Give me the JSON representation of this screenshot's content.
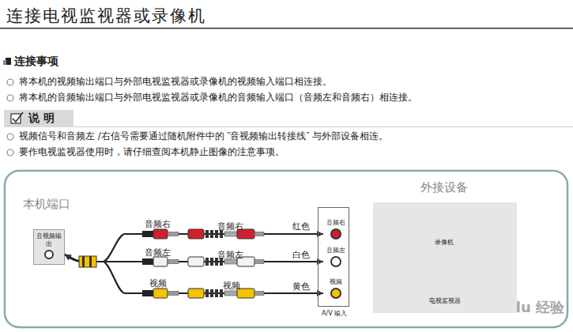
{
  "diagram": {
    "title": "连接电视监视器或录像机",
    "nodes": [
      {
        "text": [
          "本机端口",
          "音视频输出"
        ]
      },
      {
        "text": [
          "A/V 输入"
        ]
      },
      {
        "text": [
          "音频右"
        ],
        "in": 1
      },
      {
        "text": [
          "音频左"
        ],
        "in": 1
      },
      {
        "text": [
          "视频"
        ],
        "in": 1
      },
      {
        "text": [
          "外接设备"
        ]
      },
      {
        "text": [
          "录像机"
        ],
        "in": 5
      },
      {
        "text": [
          "电视监视器"
        ],
        "in": 5
      }
    ],
    "edges": [
      {
        "from": 0,
        "to": 2,
        "arrow": "both",
        "label": "红色"
      },
      {
        "from": 0,
        "to": 3,
        "arrow": "both",
        "label": "白色"
      },
      {
        "from": 0,
        "to": 4,
        "arrow": "both",
        "label": "黄色"
      }
    ],
    "labels": [
      "连接事项",
      "将本机的视频输出端口与外部电视监视器或录像机的视频输入端口相连接。",
      "将本机的音频输出端口与外部电视监视器或录像机的音频输入端口（音频左和音频右）相连接。",
      "说 明",
      "视频信号和音频左 /右信号需要通过随机附件中的 ″音视频输出转接线″ 与外部设备相连。",
      "要作电视监视器使用时，请仔细查阅本机静止图像的注意事项。",
      "音频右",
      "音频左",
      "视频",
      "音频右",
      "音频左",
      "视频",
      "Baidu 经验"
    ]
  }
}
